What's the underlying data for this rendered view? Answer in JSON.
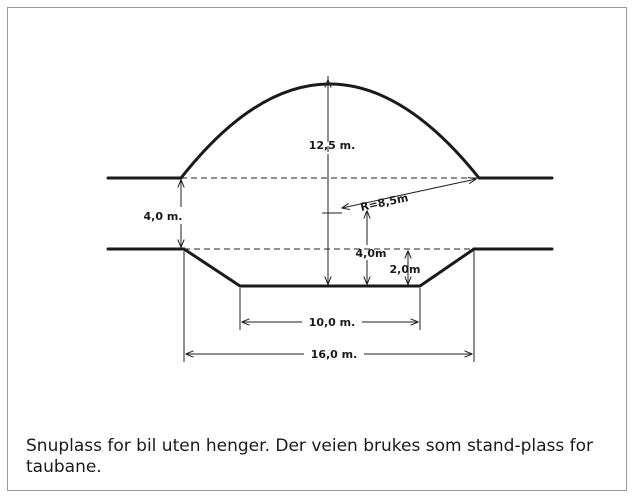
{
  "diagram": {
    "labels": {
      "height_125": "12,5 m.",
      "radius": "R=8,5m",
      "gap_40_left": "4,0 m.",
      "depth_40": "4,0m",
      "depth_20": "2,0m",
      "width_100": "10,0 m.",
      "width_160": "16,0 m."
    }
  },
  "caption": "Snuplass for bil uten henger. Der veien brukes som stand-plass for taubane."
}
